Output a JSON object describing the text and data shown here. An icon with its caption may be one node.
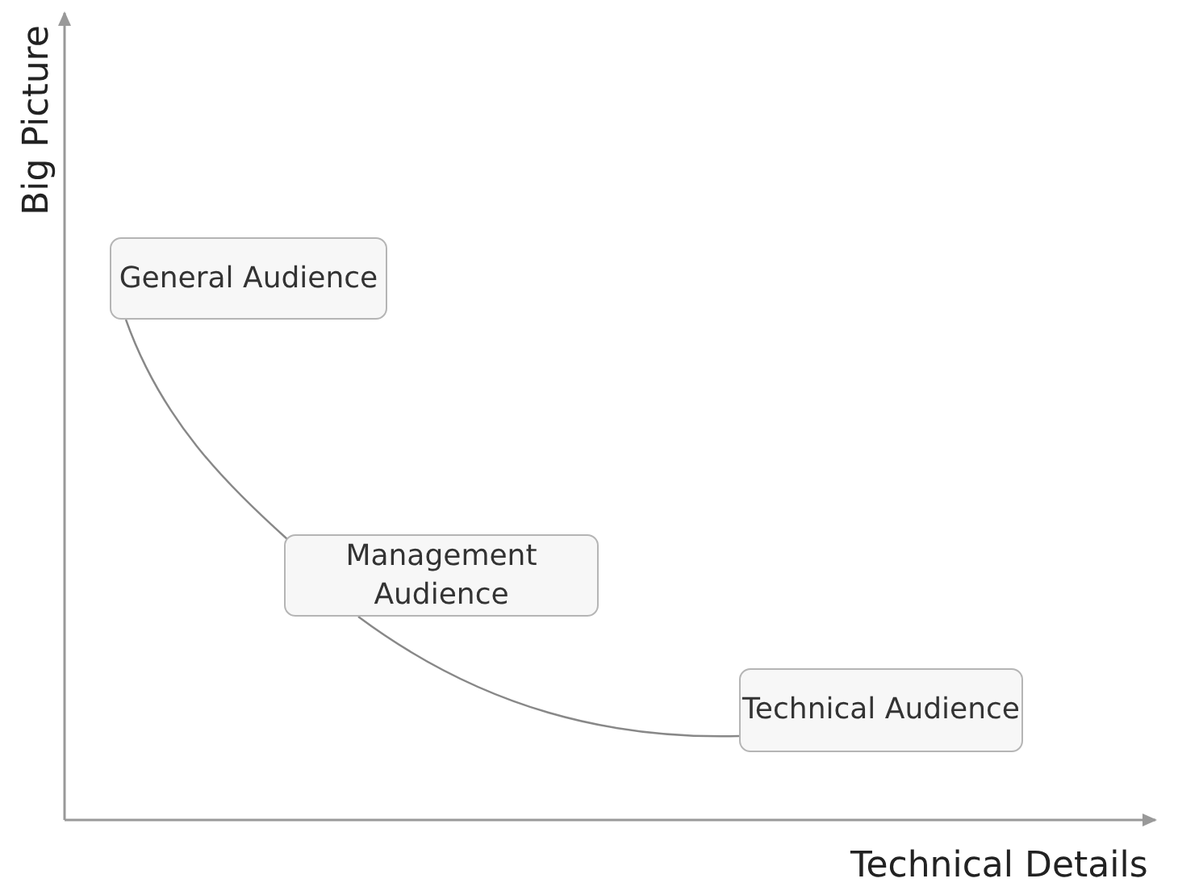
{
  "diagram": {
    "nodes": [
      {
        "text": [
          "General Audience"
        ]
      },
      {
        "text": [
          "Management Audience"
        ]
      },
      {
        "text": [
          "Technical Audience"
        ]
      }
    ],
    "edges": [
      {
        "from": 0,
        "to": 1,
        "arrow": "none"
      },
      {
        "from": 1,
        "to": 2,
        "arrow": "none"
      }
    ],
    "labels": [
      "Big Picture",
      "Technical Details"
    ]
  }
}
